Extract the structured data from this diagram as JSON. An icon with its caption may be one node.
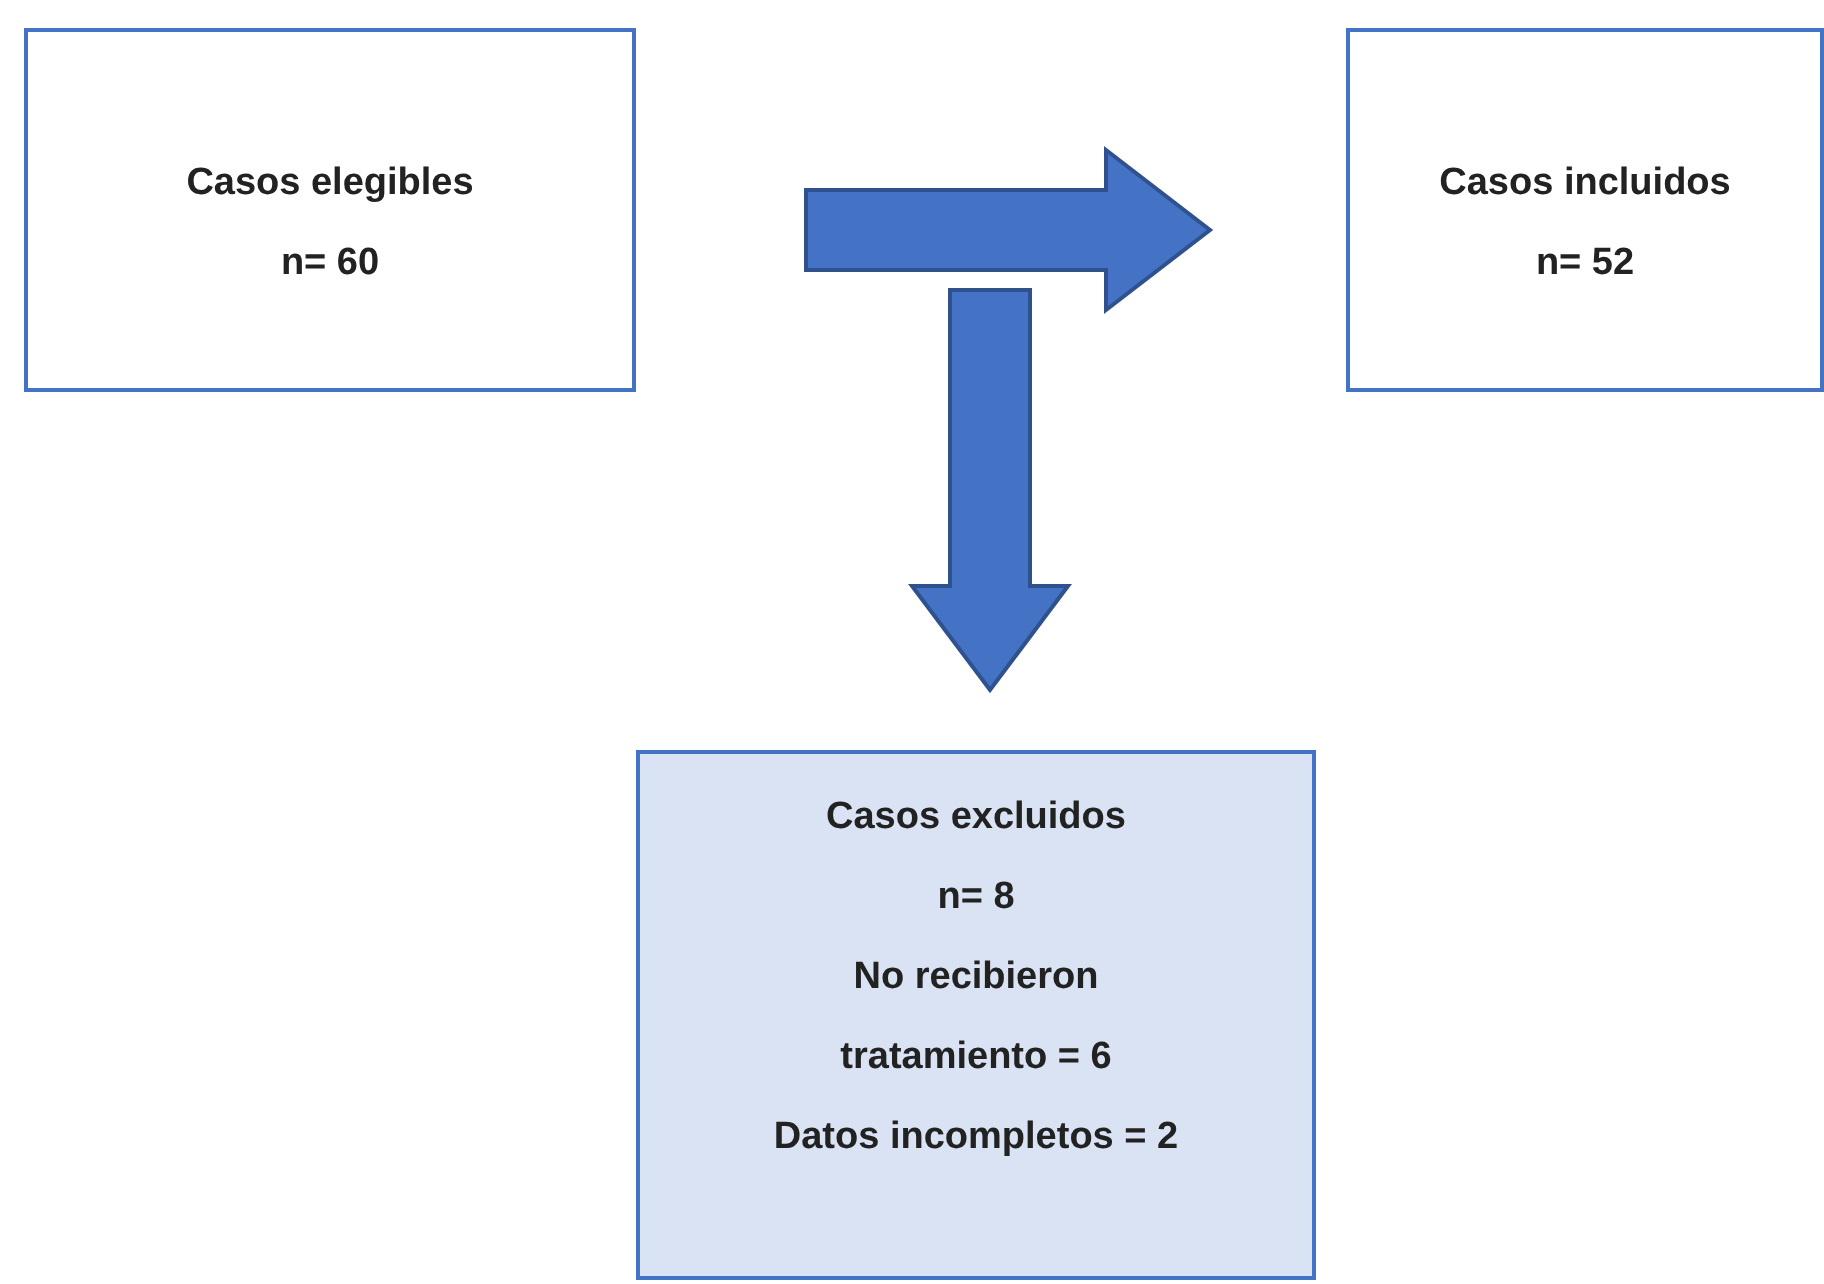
{
  "diagram": {
    "nodes": [
      {
        "text": [
          "Casos elegibles",
          "n= 60"
        ]
      },
      {
        "text": [
          "Casos incluidos",
          "n= 52"
        ]
      },
      {
        "text": [
          "Casos excluidos",
          "n= 8",
          "No recibieron tratamiento = 6",
          "Datos incompletos = 2"
        ]
      }
    ],
    "edges": [
      {
        "from": 0,
        "to": 1,
        "arrow": "to",
        "style": "thick"
      },
      {
        "from": null,
        "to": 2,
        "arrow": "to",
        "style": "thick"
      }
    ]
  }
}
